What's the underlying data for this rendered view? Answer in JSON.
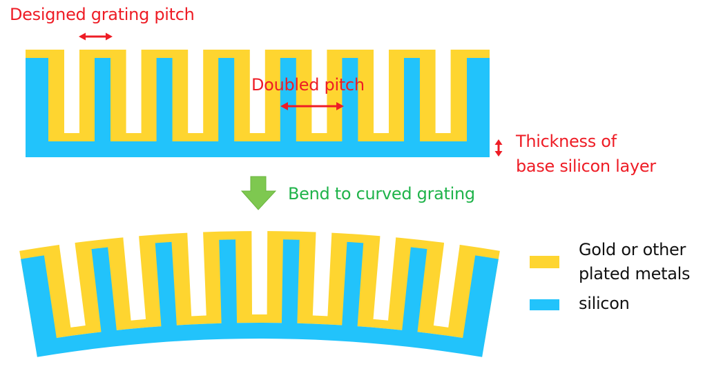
{
  "colors": {
    "gold": "#fed530",
    "silicon": "#22c3fb",
    "annotation": "#ee1c25",
    "bend_arrow": "#7ec850",
    "bend_text": "#1fb34a",
    "legend_text": "#111111"
  },
  "annotations": {
    "designed_pitch": "Designed grating pitch",
    "doubled_pitch": "Doubled pitch",
    "thickness_line1": "Thickness of",
    "thickness_line2": "base silicon layer"
  },
  "transition": {
    "label": "Bend to curved grating",
    "icon": "down-arrow-icon"
  },
  "grating": {
    "trench_count": 7,
    "pillar_count": 6
  },
  "legend": {
    "items": [
      {
        "label_line1": "Gold or other",
        "label_line2": "plated metals",
        "material": "gold"
      },
      {
        "label_line1": "silicon",
        "material": "silicon"
      }
    ]
  }
}
